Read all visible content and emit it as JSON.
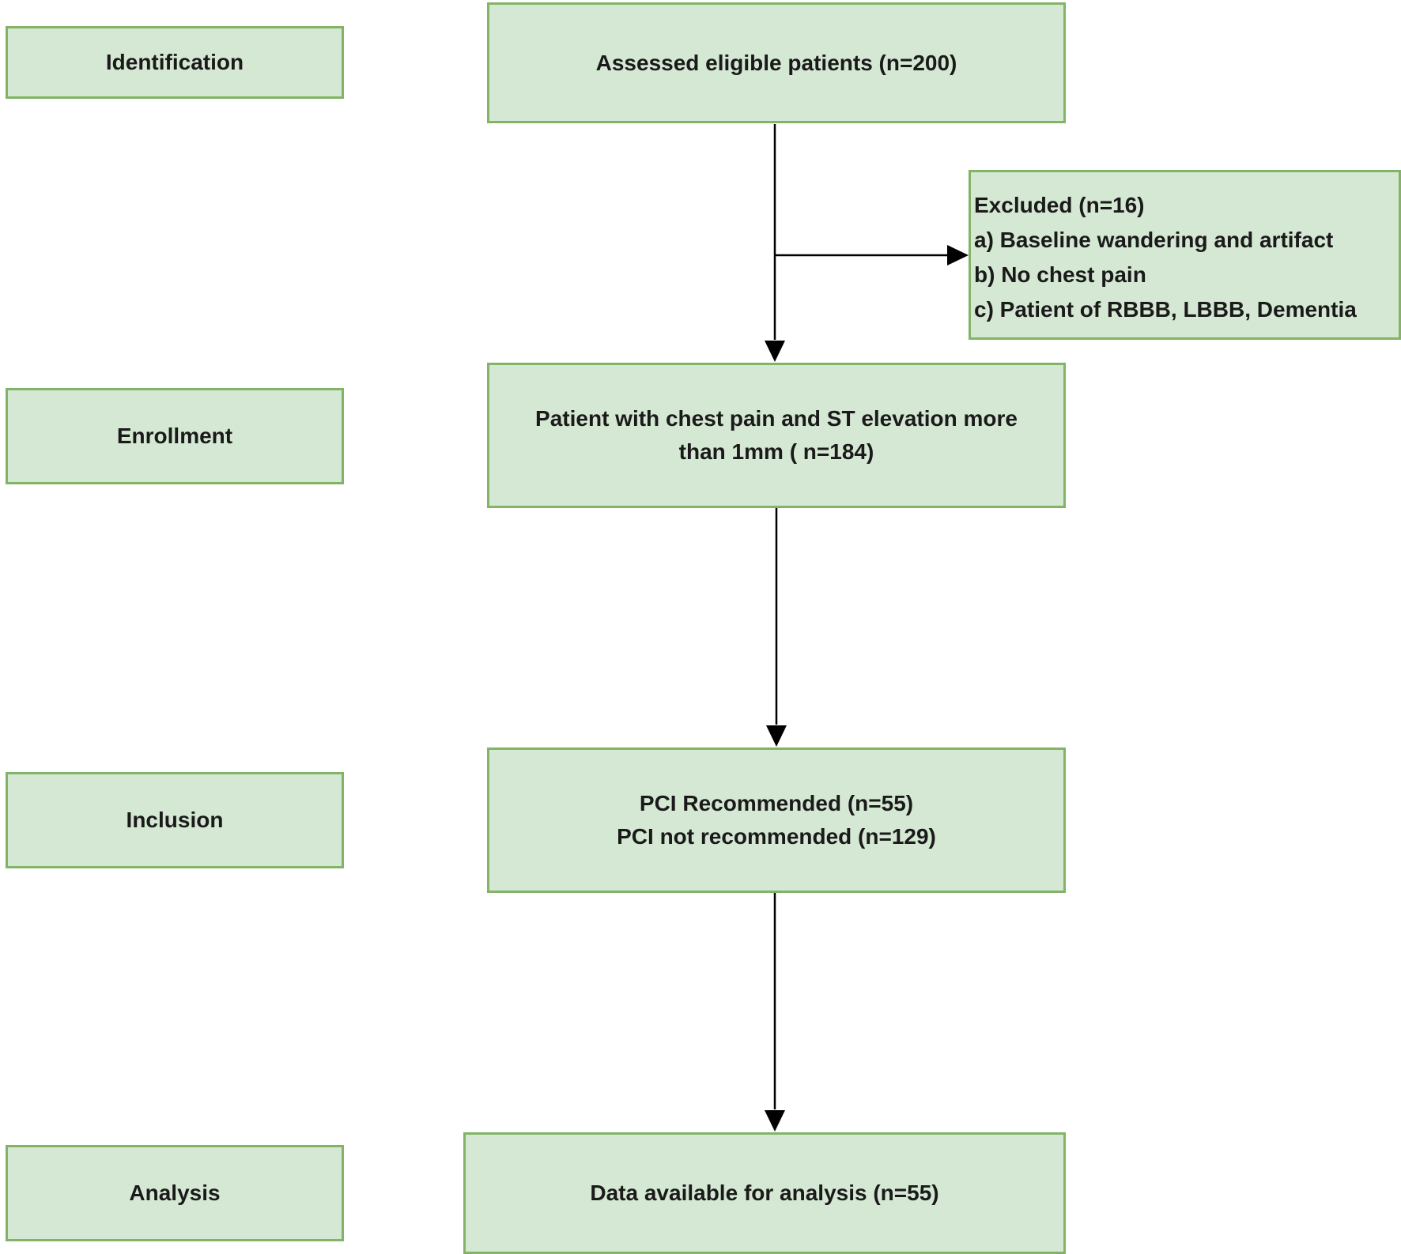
{
  "stages": {
    "identification": "Identification",
    "enrollment": "Enrollment",
    "inclusion": "Inclusion",
    "analysis": "Analysis"
  },
  "boxes": {
    "assessed": "Assessed eligible patients (n=200)",
    "excluded": {
      "title": "Excluded (n=16)",
      "items": [
        "a) Baseline wandering and artifact",
        "b) No chest pain",
        "c) Patient of RBBB, LBBB, Dementia"
      ]
    },
    "enrolled": {
      "line1": "Patient with chest pain and ST elevation more",
      "line2": "than 1mm ( n=184)"
    },
    "inclusion": {
      "line1": "PCI Recommended (n=55)",
      "line2": "PCI not recommended (n=129)"
    },
    "analysis": "Data available for analysis (n=55)"
  },
  "colors": {
    "box_fill": "#d5e8d4",
    "box_border": "#82b366",
    "connector": "#000000"
  }
}
